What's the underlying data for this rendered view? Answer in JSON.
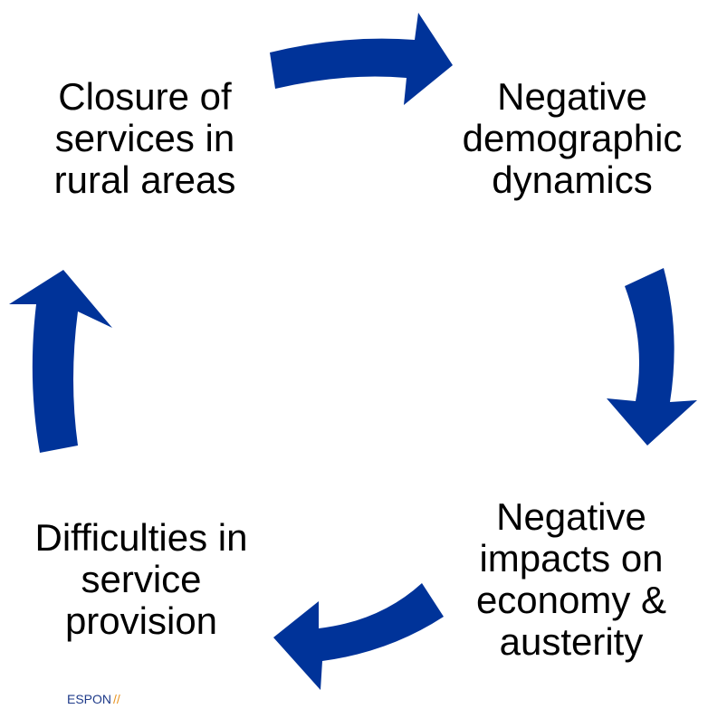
{
  "diagram": {
    "nodes": [
      {
        "id": "top-left",
        "lines": [
          "Closure of",
          "services in",
          "rural areas"
        ]
      },
      {
        "id": "top-right",
        "lines": [
          "Negative",
          "demographic",
          "dynamics"
        ]
      },
      {
        "id": "bottom-right",
        "lines": [
          "Negative",
          "impacts on",
          "economy &",
          "austerity"
        ]
      },
      {
        "id": "bottom-left",
        "lines": [
          "Difficulties in",
          "service",
          "provision"
        ]
      }
    ],
    "arrow_color": "#003399",
    "text_color": "#000000"
  },
  "logo": {
    "text": "ESPON",
    "mark": "//",
    "text_color": "#1f3b8a",
    "mark_color": "#e8931f"
  }
}
